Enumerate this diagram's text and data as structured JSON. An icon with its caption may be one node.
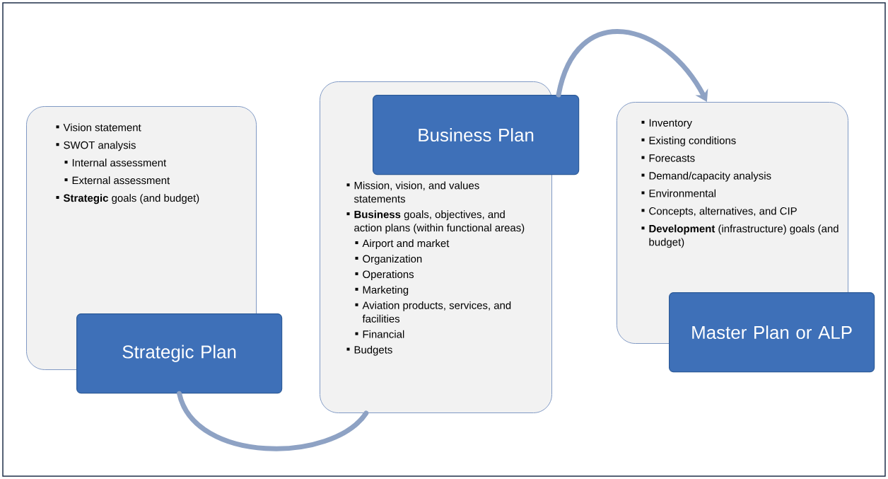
{
  "diagram": {
    "nodes": [
      {
        "text": [
          "Vision statement",
          "SWOT analysis",
          "Internal assessment",
          "External assessment",
          "**Strategic** goals (and budget)"
        ]
      },
      {
        "text": [
          "Strategic Plan"
        ]
      },
      {
        "text": [
          "Mission, vision, and values statements",
          "**Business** goals, objectives, and action plans (within functional areas)",
          "Airport and market",
          "Organization",
          "Operations",
          "Marketing",
          "Aviation products, services, and facilities",
          "Financial",
          "Budgets"
        ]
      },
      {
        "text": [
          "Business Plan"
        ]
      },
      {
        "text": [
          "Inventory",
          "Existing conditions",
          "Forecasts",
          "Demand/capacity analysis",
          "Environmental",
          "Concepts, alternatives, and CIP",
          "**Development** (infrastructure) goals (and budget)"
        ]
      },
      {
        "text": [
          "Master Plan or ALP"
        ]
      }
    ],
    "edges": [
      {
        "from": 1,
        "to": 2,
        "arrow": "none"
      },
      {
        "from": 3,
        "to": 4,
        "arrow": "to"
      }
    ]
  }
}
